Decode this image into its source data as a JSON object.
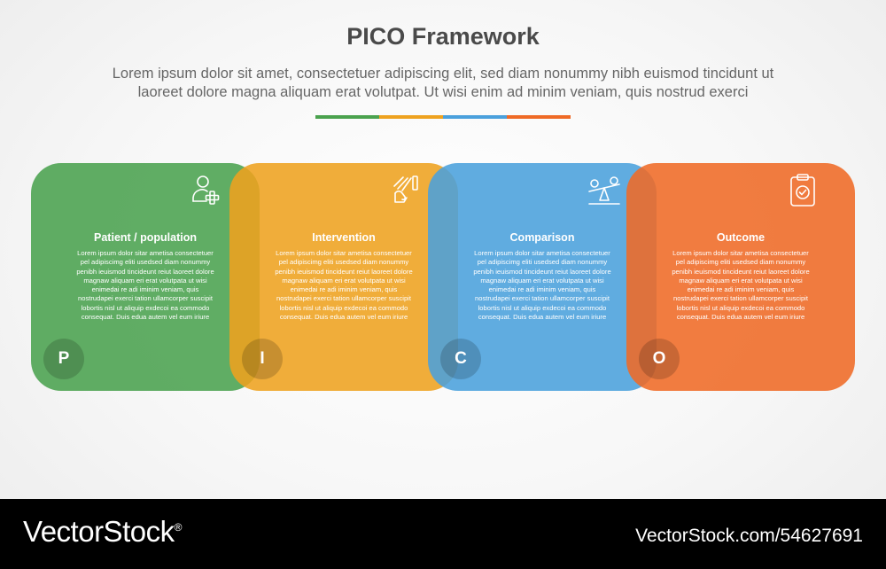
{
  "header": {
    "title": "PICO Framework",
    "subtitle_line1": "Lorem ipsum dolor sit amet, consectetuer adipiscing elit, sed diam nonummy nibh euismod tincidunt ut",
    "subtitle_line2": "laoreet dolore magna aliquam erat volutpat. Ut wisi enim ad minim veniam, quis nostrud exerci"
  },
  "rule_colors": [
    "#4aa24e",
    "#eea21f",
    "#4aa0dc",
    "#ef6a26"
  ],
  "cards": [
    {
      "heading": "Patient / population",
      "letter": "P",
      "icon": "patient-add-icon",
      "color": "#4aa24e",
      "body": "Lorem ipsum dolor sitar ametisa consectetuer pel adipiscimg eliti usedsed diam nonummy penibh ieuismod tincideunt reiut laoreet dolore magnaw aliquam eri erat volutpata ut wisi enimedai re adi iminim veniam, quis nostrudapei exerci tation ullamcorper suscipit lobortis nisl ut aliquip exdecoi ea commodo consequat. Duis edua autem vel eum iriure"
    },
    {
      "heading": "Intervention",
      "letter": "I",
      "icon": "hand-tools-icon",
      "color": "#eea21f",
      "body": "Lorem ipsum dolor sitar ametisa consectetuer pel adipiscimg eliti usedsed diam nonummy penibh ieuismod tincideunt reiut laoreet dolore magnaw aliquam eri erat volutpata ut wisi enimedai re adi iminim veniam, quis nostrudapei exerci tation ullamcorper suscipit lobortis nisl ut aliquip exdecoi ea commodo consequat. Duis edua autem vel eum iriure"
    },
    {
      "heading": "Comparison",
      "letter": "C",
      "icon": "balance-scale-icon",
      "color": "#4aa0dc",
      "body": "Lorem ipsum dolor sitar ametisa consectetuer pel adipiscimg eliti usedsed diam nonummy penibh ieuismod tincideunt reiut laoreet dolore magnaw aliquam eri erat volutpata ut wisi enimedai re adi iminim veniam, quis nostrudapei exerci tation ullamcorper suscipit lobortis nisl ut aliquip exdecoi ea commodo consequat. Duis edua autem vel eum iriure"
    },
    {
      "heading": "Outcome",
      "letter": "O",
      "icon": "clipboard-check-icon",
      "color": "#ef6a26",
      "body": "Lorem ipsum dolor sitar ametisa consectetuer pel adipiscimg eliti usedsed diam nonummy penibh ieuismod tincideunt reiut laoreet dolore magnaw aliquam eri erat volutpata ut wisi enimedai re adi iminim veniam, quis nostrudapei exerci tation ullamcorper suscipit lobortis nisl ut aliquip exdecoi ea commodo consequat. Duis edua autem vel eum iriure"
    }
  ],
  "footer": {
    "logo": "VectorStock",
    "logo_mark": "®",
    "image_id": "VectorStock.com/54627691"
  }
}
